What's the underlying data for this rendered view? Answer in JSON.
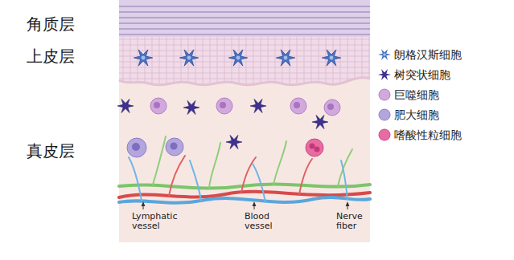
{
  "diagram": {
    "labels": [
      "角质层",
      "上皮层",
      "真皮层",
      "Lymphatic vessel",
      "Blood vessel",
      "Nerve fiber"
    ],
    "legend": [
      {
        "text": "朗格汉斯细胞"
      },
      {
        "text": "树突状细胞"
      },
      {
        "text": "巨噬细胞"
      },
      {
        "text": "肥大细胞"
      },
      {
        "text": "嗜酸性粒细胞"
      }
    ]
  }
}
